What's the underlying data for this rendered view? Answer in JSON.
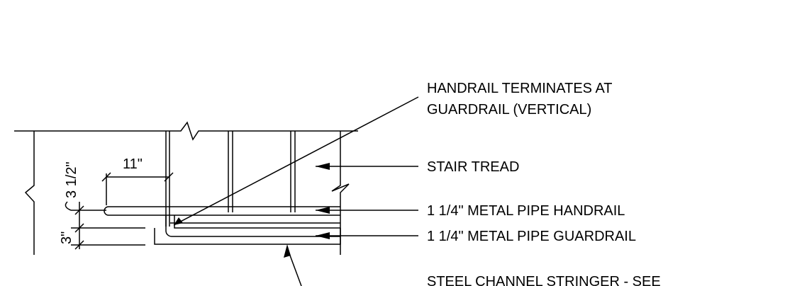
{
  "callouts": {
    "handrail_terminates_line1": "HANDRAIL TERMINATES AT",
    "handrail_terminates_line2": "GUARDRAIL (VERTICAL)",
    "stair_tread": "STAIR TREAD",
    "metal_pipe_handrail": "1 1/4\" METAL PIPE HANDRAIL",
    "metal_pipe_guardrail": "1 1/4\" METAL PIPE GUARDRAIL",
    "steel_channel_stringer": "STEEL CHANNEL STRINGER - SEE"
  },
  "dimensions": {
    "horizontal_offset": "11\"",
    "vertical_top": "3 1/2\"",
    "vertical_bottom": "3\""
  },
  "colors": {
    "line": "#000000",
    "background": "#ffffff"
  }
}
